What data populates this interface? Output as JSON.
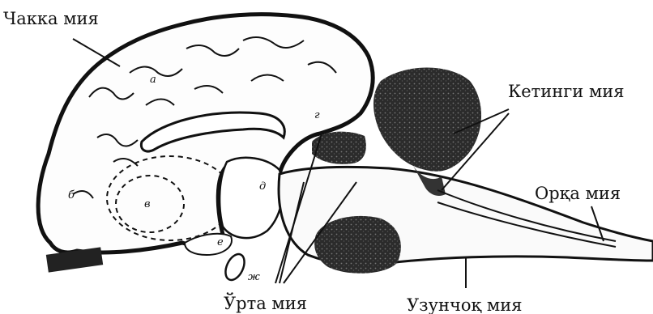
{
  "labels": {
    "chakka_miya": "Чакка мия",
    "ketingi_miya": "Кетинги мия",
    "orqa_miya": "Орқа мия",
    "yurta_miya": "Ўрта мия",
    "uzunchoq_miya": "Узунчоқ мия"
  },
  "region_marks": {
    "a": "а",
    "b": "б",
    "v": "в",
    "g": "г",
    "d": "д",
    "e": "е",
    "zh": "ж"
  }
}
